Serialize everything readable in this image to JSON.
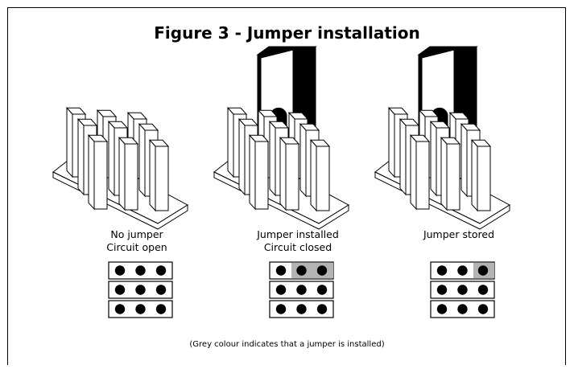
{
  "title": "Figure 3 - Jumper installation",
  "panels": [
    {
      "caption_line1": "No jumper",
      "caption_line2": "Circuit open",
      "grid": [
        [
          0,
          0,
          0
        ],
        [
          0,
          0,
          0
        ],
        [
          0,
          0,
          0
        ]
      ]
    },
    {
      "caption_line1": "Jumper installed",
      "caption_line2": "Circuit closed",
      "grid": [
        [
          0,
          1,
          1
        ],
        [
          0,
          0,
          0
        ],
        [
          0,
          0,
          0
        ]
      ]
    },
    {
      "caption_line1": "Jumper stored",
      "caption_line2": "",
      "grid": [
        [
          0,
          0,
          1
        ],
        [
          0,
          0,
          0
        ],
        [
          0,
          0,
          0
        ]
      ]
    }
  ],
  "note": "(Grey colour indicates that a jumper is installed)",
  "colors": {
    "jumper_grey": "#b4b4b4",
    "jumper_body": "#000000"
  }
}
